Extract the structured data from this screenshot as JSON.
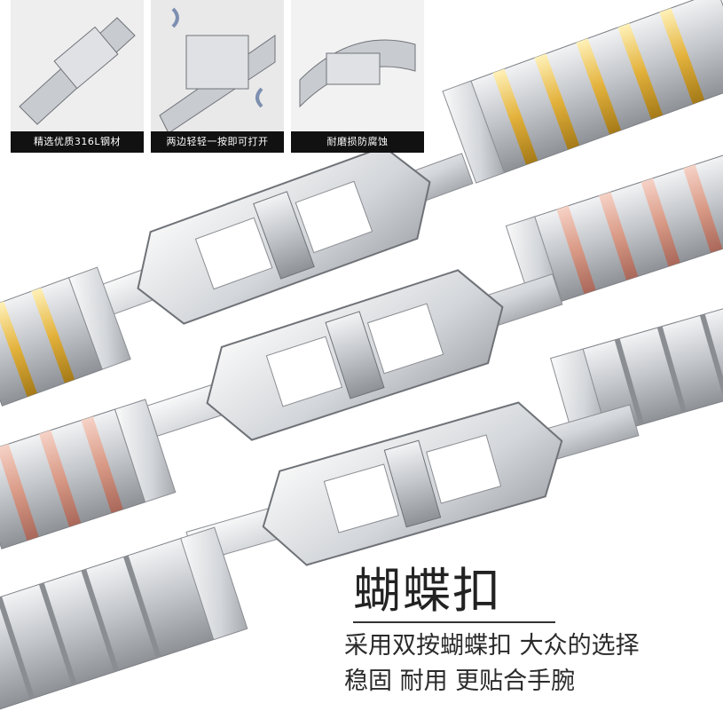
{
  "thumbnails": [
    {
      "caption": "精选优质316L钢材"
    },
    {
      "caption": "两边轻轻一按即可打开"
    },
    {
      "caption": "耐磨损防腐蚀"
    }
  ],
  "headline": "蝴蝶扣",
  "description_lines": [
    "采用双按蝴蝶扣  大众的选择",
    "稳固  耐用  更贴合手腕"
  ],
  "colors": {
    "steel": "#c9ccd0",
    "gold": "#e3b23c",
    "rose_gold": "#d99a86",
    "caption_bar": "#111111"
  }
}
